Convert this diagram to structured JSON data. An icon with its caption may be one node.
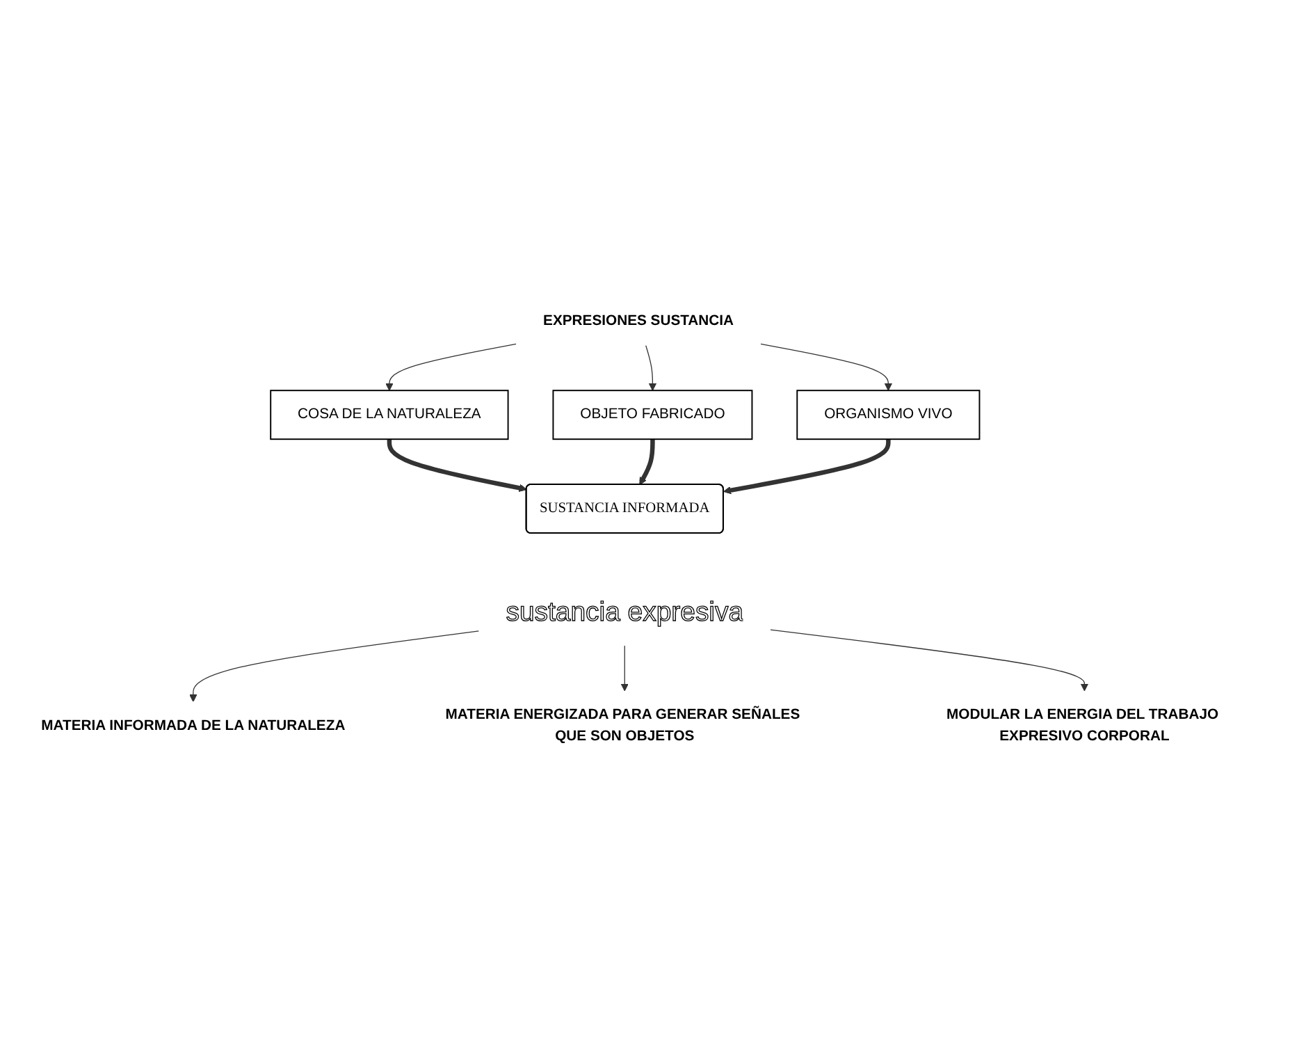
{
  "diagram": {
    "nodes": [
      {
        "text": [
          "EXPRESIONES SUSTANCIA"
        ]
      },
      {
        "text": [
          "COSA DE LA NATURALEZA"
        ]
      },
      {
        "text": [
          "OBJETO FABRICADO"
        ]
      },
      {
        "text": [
          "ORGANISMO VIVO"
        ]
      },
      {
        "text": [
          "SUSTANCIA INFORMADA"
        ]
      },
      {
        "text": [
          "sustancia expresiva"
        ]
      },
      {
        "text": [
          "MATERIA INFORMADA DE LA NATURALEZA"
        ]
      },
      {
        "text": [
          "MATERIA ENERGIZADA PARA GENERAR SEÑALES QUE SON OBJETOS"
        ]
      },
      {
        "text": [
          "MODULAR LA ENERGIA DEL TRABAJO EXPRESIVO CORPORAL"
        ]
      }
    ],
    "edges": [
      {
        "from": 0,
        "to": 1,
        "arrow": "to"
      },
      {
        "from": 0,
        "to": 2,
        "arrow": "to"
      },
      {
        "from": 0,
        "to": 3,
        "arrow": "to"
      },
      {
        "from": 1,
        "to": 4,
        "arrow": "to",
        "style": "thick"
      },
      {
        "from": 2,
        "to": 4,
        "arrow": "to",
        "style": "thick"
      },
      {
        "from": 3,
        "to": 4,
        "arrow": "to",
        "style": "thick"
      },
      {
        "from": 5,
        "to": 6,
        "arrow": "to"
      },
      {
        "from": 5,
        "to": 7,
        "arrow": "to"
      },
      {
        "from": 5,
        "to": 8,
        "arrow": "to"
      }
    ]
  }
}
